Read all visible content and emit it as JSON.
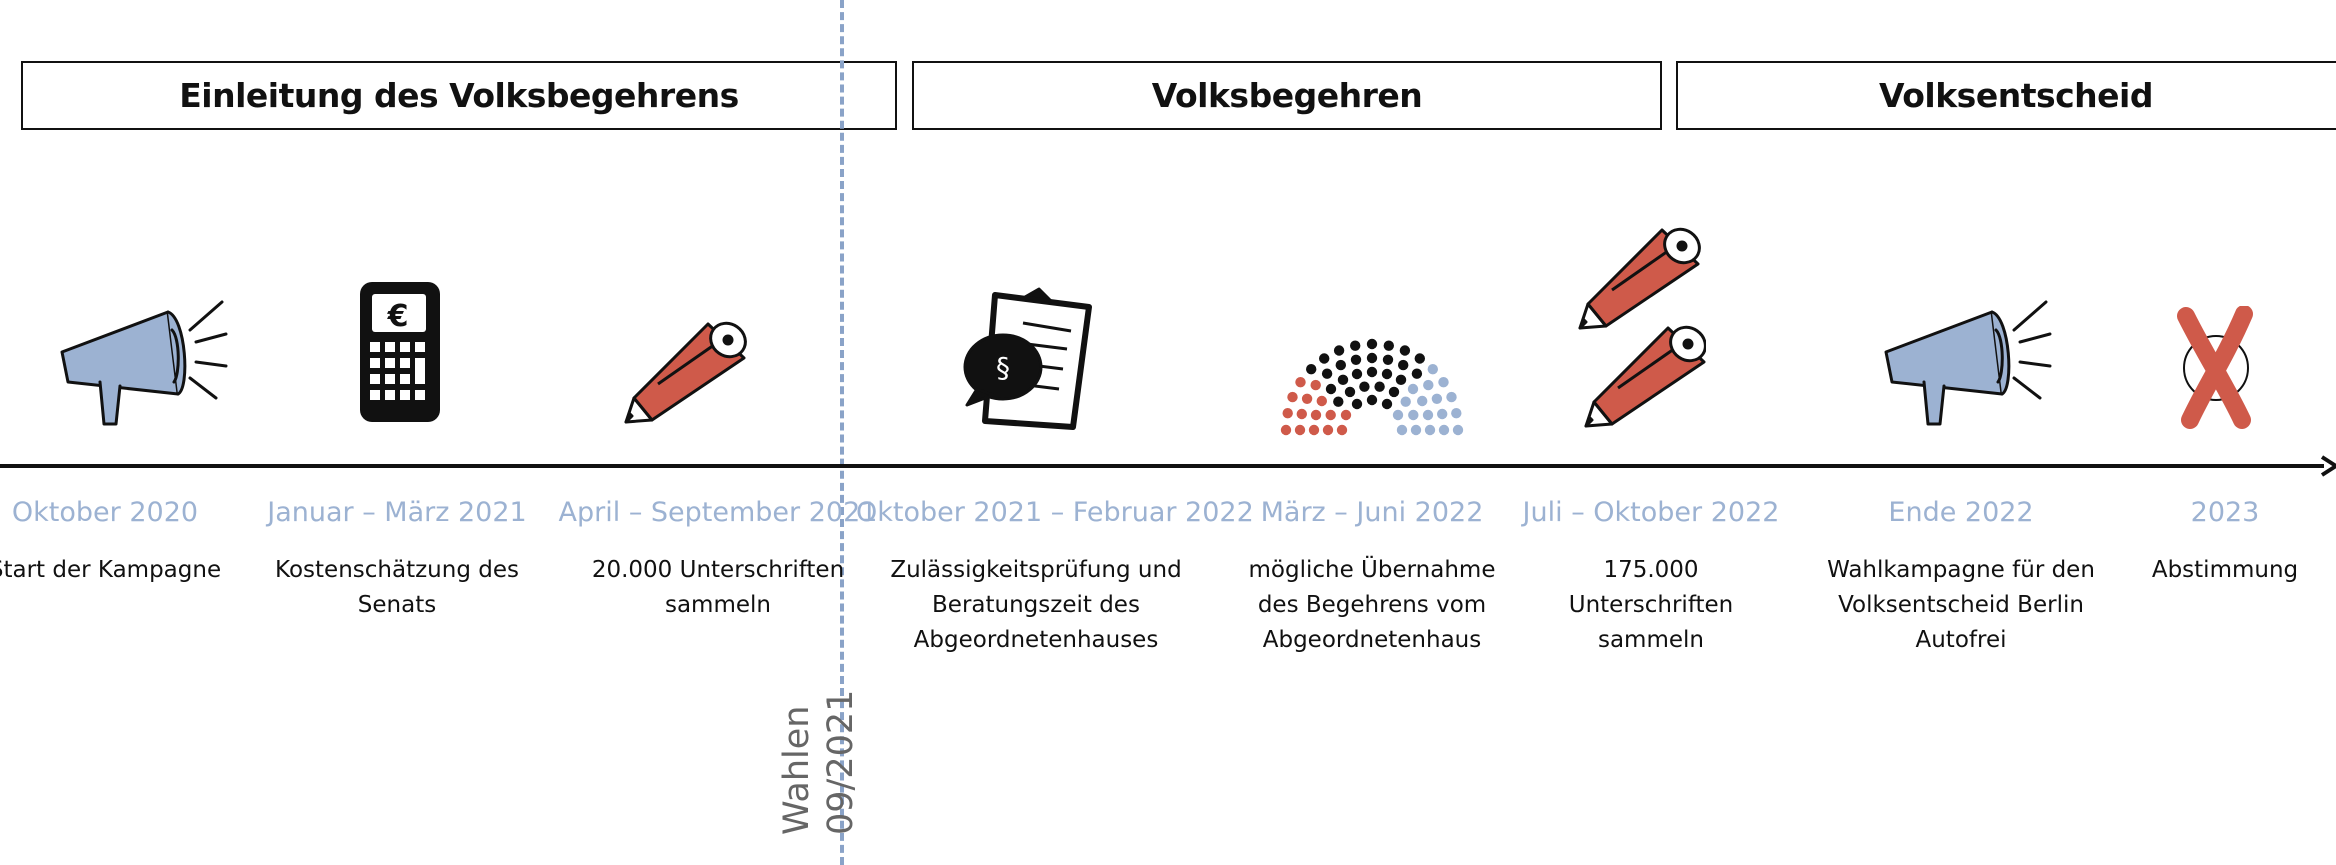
{
  "phases": [
    {
      "label": "Einleitung des Volksbegehrens"
    },
    {
      "label": "Volksbegehren"
    },
    {
      "label": "Volksentscheid"
    }
  ],
  "election_marker": {
    "line1": "Wahlen",
    "line2": "09/2021"
  },
  "colors": {
    "date": "#9cb2d2",
    "red": "#cf5a4a",
    "blue": "#9cb2d2",
    "divider": "#8aa3c8"
  },
  "events": [
    {
      "date": "Oktober 2020",
      "desc_lines": [
        "Start der Kampagne"
      ],
      "icon": "megaphone-icon"
    },
    {
      "date": "Januar – März 2021",
      "desc_lines": [
        "Kostenschätzung des",
        "Senats"
      ],
      "icon": "calculator-icon"
    },
    {
      "date": "April – September 2021",
      "desc_lines": [
        "20.000 Unterschriften",
        "sammeln"
      ],
      "icon": "pencil-icon"
    },
    {
      "date": "Oktober 2021 – Februar 2022",
      "desc_lines": [
        "Zulässigkeitsprüfung und",
        "Beratungszeit des",
        "Abgeordnetenhauses"
      ],
      "icon": "clipboard-paragraph-icon"
    },
    {
      "date": "März – Juni 2022",
      "desc_lines": [
        "mögliche Übernahme",
        "des Begehrens  vom",
        "Abgeordnetenhaus"
      ],
      "icon": "parliament-icon"
    },
    {
      "date": "Juli – Oktober 2022",
      "desc_lines": [
        "175.000 Unterschriften",
        "sammeln"
      ],
      "icon": "two-pencils-icon"
    },
    {
      "date": "Ende 2022",
      "desc_lines": [
        "Wahlkampagne für den",
        "Volksentscheid Berlin Autofrei"
      ],
      "icon": "megaphone-icon"
    },
    {
      "date": "2023",
      "desc_lines": [
        "Abstimmung"
      ],
      "icon": "vote-cross-icon"
    }
  ]
}
